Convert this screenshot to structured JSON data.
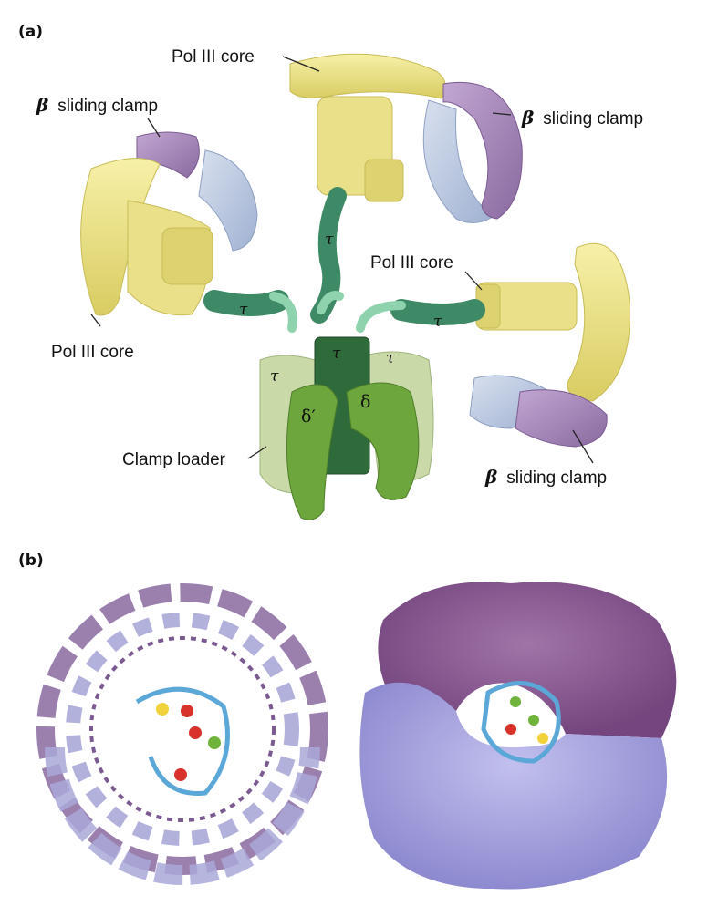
{
  "panels": {
    "a": "(a)",
    "b": "(b)"
  },
  "labels": {
    "pol_core_top": "Pol III core",
    "pol_core_left": "Pol III core",
    "pol_core_right": "Pol III core",
    "clamp_top_left_greek": "β",
    "clamp_top_left_text": "sliding clamp",
    "clamp_top_right_greek": "β",
    "clamp_top_right_text": "sliding clamp",
    "clamp_bottom_right_greek": "β",
    "clamp_bottom_right_text": "sliding clamp",
    "clamp_loader": "Clamp loader"
  },
  "subunits": {
    "tau_top": "τ",
    "tau_left": "τ",
    "tau_right": "τ",
    "tau_center": "τ",
    "tau_loader_left": "τ",
    "tau_loader_right": "τ",
    "delta_prime": "δ′",
    "delta": "δ"
  },
  "colors": {
    "pol_core": "#efe58a",
    "pol_core_shade": "#d9cf6a",
    "clamp_purple": "#a488b8",
    "clamp_blue": "#b6c4de",
    "tau_dark": "#3f8a66",
    "tau_light": "#8fd3ae",
    "loader_light": "#c9d9a8",
    "loader_green": "#6da63c",
    "loader_dark": "#2f6a3a",
    "ribbon_purple": "#8a6aa0",
    "ribbon_blue": "#a9a8d8",
    "surface_purple": "#8a5a92",
    "surface_blue": "#a9a6e0",
    "dna": "#5aa7d8"
  }
}
